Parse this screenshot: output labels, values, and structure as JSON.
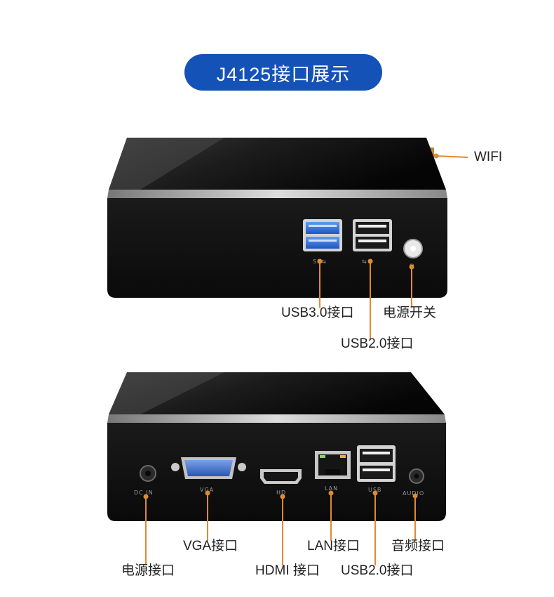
{
  "title": "J4125接口展示",
  "top_view": {
    "wifi_label": "WIFI",
    "usb3_label": "USB3.0接口",
    "power_switch_label": "电源开关",
    "usb2_label": "USB2.0接口"
  },
  "bottom_view": {
    "port_markings": {
      "dcin": "DC IN",
      "vga": "VGA",
      "hdmi": "HD",
      "lan": "LAN",
      "usb": "USB",
      "audio": "AUDIO"
    },
    "vga_label": "VGA接口",
    "lan_label": "LAN接口",
    "audio_label": "音频接口",
    "power_label": "电源接口",
    "hdmi_label": "HDMI 接口",
    "usb2_label": "USB2.0接口"
  },
  "colors": {
    "title_bg": "#1452b8",
    "leader_line": "#e08a2e",
    "case_body": "#0e0e0e",
    "usb3_blue": "#2f6fd6"
  }
}
